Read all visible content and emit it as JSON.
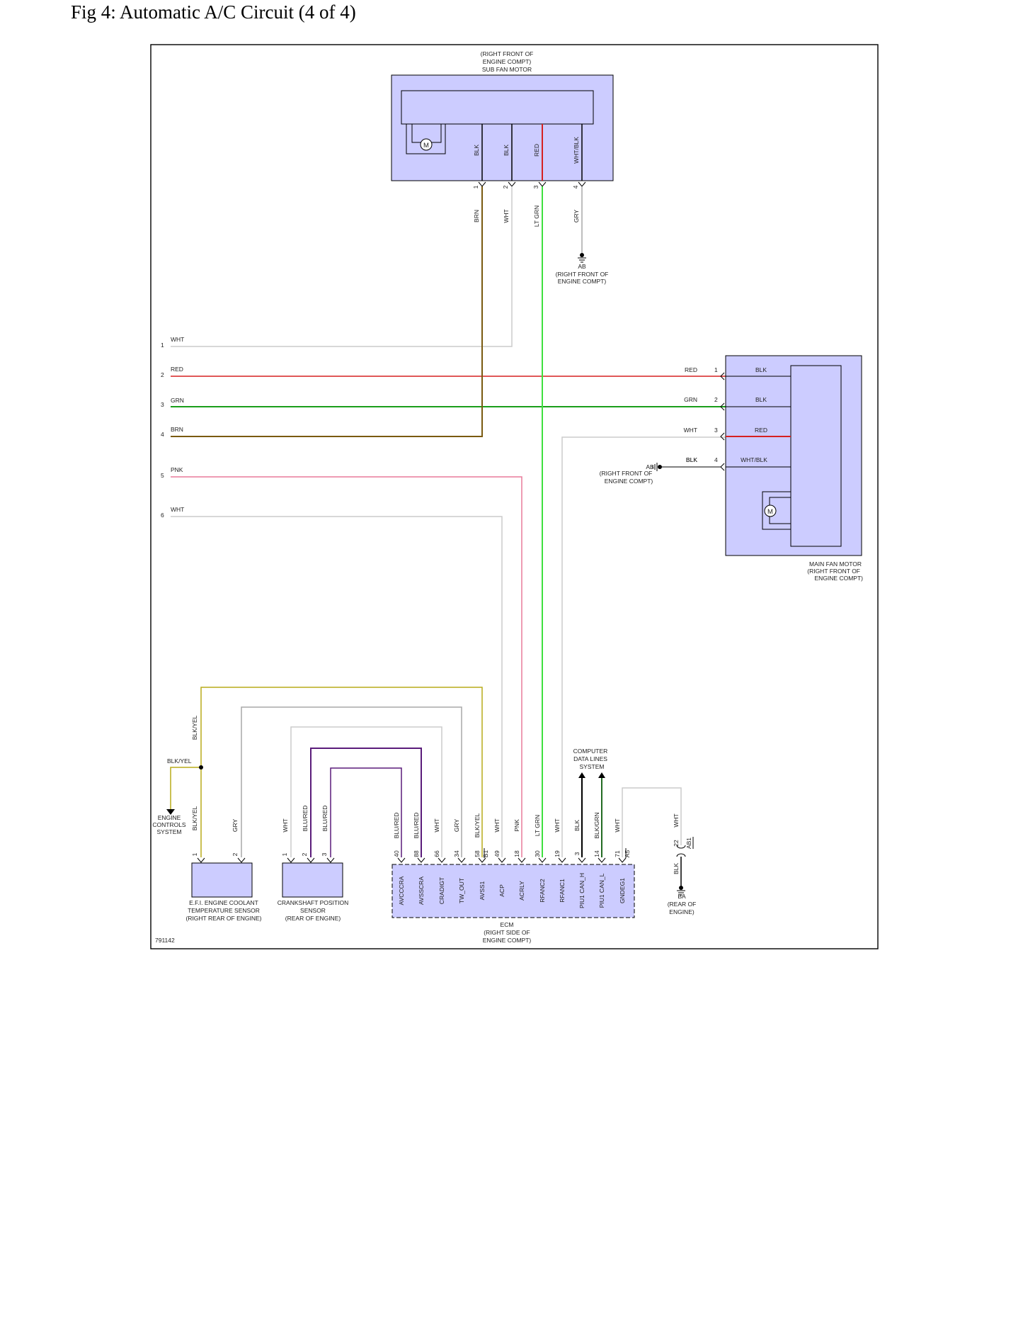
{
  "figure": {
    "title": "Fig 4: Automatic A/C Circuit (4 of 4)",
    "id": "791142"
  },
  "colors": {
    "component_fill": "#ccccff",
    "WHT": "#cccccc",
    "RED": "#d62020",
    "GRN": "#1a9e1a",
    "BRN": "#7a5a10",
    "PNK": "#e87a9a",
    "GRY": "#a8a8a8",
    "LTGRN": "#3ee03e",
    "BLKYEL": "#b8ac1a",
    "BLURED": "#5a1b7a",
    "BLKGRN": "#236b23",
    "BLK": "#000000"
  },
  "sub_fan_motor": {
    "location_line1": "(RIGHT FRONT OF",
    "location_line2": "ENGINE COMPT)",
    "name": "SUB FAN MOTOR",
    "motor_symbol": "M",
    "pins": [
      {
        "num": "1",
        "inner": "BLK",
        "outer": "BRN"
      },
      {
        "num": "2",
        "inner": "BLK",
        "outer": "WHT"
      },
      {
        "num": "3",
        "inner": "RED",
        "outer": "LT GRN"
      },
      {
        "num": "4",
        "inner": "WHT/BLK",
        "outer": "GRY"
      }
    ]
  },
  "ground_top": {
    "id": "AB",
    "line1": "(RIGHT FRONT OF",
    "line2": "ENGINE COMPT)"
  },
  "ground_mid": {
    "id": "AB",
    "line1": "(RIGHT FRONT OF",
    "line2": "ENGINE COMPT)",
    "wire": "BLK"
  },
  "ground_ecm": {
    "id": "BA",
    "line1": "(REAR OF",
    "line2": "ENGINE)",
    "wire": "BLK"
  },
  "left_connector": [
    {
      "num": "1",
      "color": "WHT"
    },
    {
      "num": "2",
      "color": "RED"
    },
    {
      "num": "3",
      "color": "GRN"
    },
    {
      "num": "4",
      "color": "BRN"
    },
    {
      "num": "5",
      "color": "PNK"
    },
    {
      "num": "6",
      "color": "WHT"
    }
  ],
  "main_fan_motor": {
    "name": "MAIN FAN MOTOR",
    "location_line1": "(RIGHT FRONT OF",
    "location_line2": "ENGINE COMPT)",
    "motor_symbol": "M",
    "pins": [
      {
        "num": "1",
        "outer": "RED",
        "inner": "BLK"
      },
      {
        "num": "2",
        "outer": "GRN",
        "inner": "BLK"
      },
      {
        "num": "3",
        "outer": "WHT",
        "inner": "RED"
      },
      {
        "num": "4",
        "outer": "BLK",
        "inner": "WHT/BLK"
      }
    ]
  },
  "engine_controls": {
    "line1": "ENGINE",
    "line2": "CONTROLS",
    "line3": "SYSTEM",
    "wire_top": "BLK/YEL",
    "wire_branch": "BLK/YEL",
    "wire_bottom": "BLK/YEL"
  },
  "efi_sensor": {
    "line1": "E.F.I. ENGINE COOLANT",
    "line2": "TEMPERATURE SENSOR",
    "line3": "(RIGHT REAR OF ENGINE)",
    "pins": [
      {
        "num": "1",
        "wire": "BLK/YEL"
      },
      {
        "num": "2",
        "wire": "GRY"
      }
    ]
  },
  "crank_sensor": {
    "line1": "CRANKSHAFT POSITION",
    "line2": "SENSOR",
    "line3": "(REAR OF ENGINE)",
    "pins": [
      {
        "num": "1",
        "wire": "WHT"
      },
      {
        "num": "2",
        "wire": "BLU/RED"
      },
      {
        "num": "3",
        "wire": "BLU/RED"
      }
    ]
  },
  "computer_data": {
    "line1": "COMPUTER",
    "line2": "DATA LINES",
    "line3": "SYSTEM"
  },
  "ecm": {
    "name": "ECM",
    "location_line1": "(RIGHT SIDE OF",
    "location_line2": "ENGINE COMPT)",
    "pins": [
      {
        "num": "40",
        "wire": "BLU/RED",
        "label": "AVCCCRA"
      },
      {
        "num": "88",
        "wire": "BLU/RED",
        "label": "AVSSCRA"
      },
      {
        "num": "66",
        "wire": "WHT",
        "label": "CRADIGT"
      },
      {
        "num": "34",
        "wire": "GRY",
        "label": "TW_OUT"
      },
      {
        "num": "58",
        "wire": "BLK/YEL",
        "label": "AVSS1"
      },
      {
        "num": "49",
        "wire": "WHT",
        "label": "ACP"
      },
      {
        "num": "18",
        "wire": "PNK",
        "label": "ACRLY"
      },
      {
        "num": "30",
        "wire": "LT GRN",
        "label": "RFANC2"
      },
      {
        "num": "19",
        "wire": "WHT",
        "label": "RFANC1"
      },
      {
        "num": "3",
        "wire": "BLK",
        "label": "PIU1 CAN_H"
      },
      {
        "num": "14",
        "wire": "BLK/GRN",
        "label": "PIU1 CAN_L"
      },
      {
        "num": "71",
        "wire": "WHT",
        "label": "GNDEG1"
      }
    ],
    "connector_b1": "B1",
    "connector_a5": "A5",
    "splice_pin": "22",
    "splice_conn": "AB1",
    "splice_wire": "WHT"
  }
}
